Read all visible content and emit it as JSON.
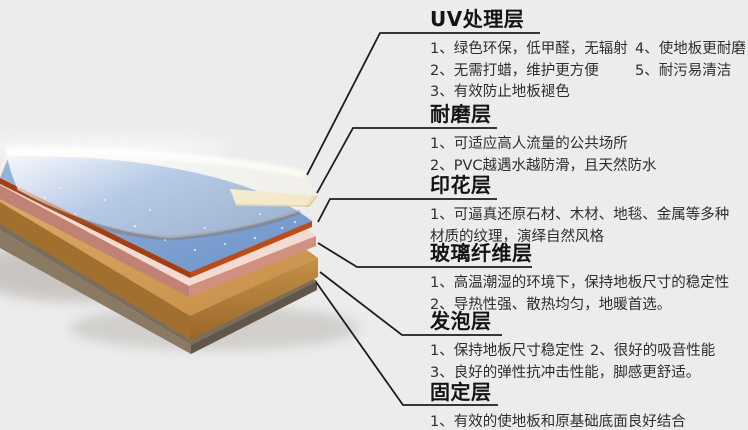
{
  "page": {
    "description": "PVC弹性地板分层结构示意图",
    "background": "#ececec"
  },
  "colors": {
    "background": "#ececec",
    "leader_line": "#1d1d1d",
    "title_text": "#141414",
    "body_text": "#2e2e2e",
    "film_white": "#ffffff",
    "film_arc": "#8a6a45",
    "wear_cream": "#f0e2bd",
    "wear_cream_edge": "#d9c391",
    "wear_fringe": "#f8f3e6",
    "print_blue_light": "#9ab6de",
    "print_blue": "#6f95ca",
    "print_edge_red": "#bb4d1d",
    "print_edge_red_dark": "#a23f14",
    "fiber_pink": "#f3dbd1",
    "fiber_pink_front": "#d09181",
    "fiber_pink_side": "#c08275",
    "foam_tan_light": "#dcab69",
    "foam_tan": "#c8914a",
    "foam_front": "#c49148",
    "foam_front_dark": "#9a672a",
    "foam_side": "#a1702f",
    "fixing_top": "#7a6d5c",
    "fixing_dark": "#60564a",
    "fixing_side": "#8a7963",
    "shadow": "#9a928a",
    "speckle": "#e4edf8"
  },
  "diagram": {
    "layers": [
      {
        "id": "uv",
        "label": "UV处理层"
      },
      {
        "id": "wear",
        "label": "耐磨层"
      },
      {
        "id": "print",
        "label": "印花层"
      },
      {
        "id": "fiberglass",
        "label": "玻璃纤维层"
      },
      {
        "id": "foam",
        "label": "发泡层"
      },
      {
        "id": "fixing",
        "label": "固定层"
      }
    ]
  },
  "annotations": [
    {
      "id": "uv",
      "title": "UV处理层",
      "lines": [
        [
          "1、绿色环保，低甲醛，无辐射",
          "4、使地板更耐磨"
        ],
        [
          "2、无需打蜡，维护更方便",
          "5、耐污易清洁"
        ],
        [
          "3、有效防止地板褪色"
        ]
      ]
    },
    {
      "id": "wear",
      "title": "耐磨层",
      "lines": [
        [
          "1、可适应高人流量的公共场所"
        ],
        [
          "2、PVC越遇水越防滑，且天然防水"
        ]
      ]
    },
    {
      "id": "print",
      "title": "印花层",
      "lines": [
        [
          "1、可逼真还原石材、木材、地毯、金属等多种"
        ],
        [
          "材质的纹理，演绎自然风格"
        ]
      ]
    },
    {
      "id": "fiberglass",
      "title": "玻璃纤维层",
      "lines": [
        [
          "1、高温潮湿的环境下，保持地板尺寸的稳定性"
        ],
        [
          "2、导热性强、散热均匀，地暖首选。"
        ]
      ]
    },
    {
      "id": "foam",
      "title": "发泡层",
      "lines": [
        [
          "1、保持地板尺寸稳定性",
          "2、很好的吸音性能"
        ],
        [
          "3、良好的弹性抗冲击性能，脚感更舒适。"
        ]
      ]
    },
    {
      "id": "fixing",
      "title": "固定层",
      "lines": [
        [
          "1、有效的使地板和原基础底面良好结合"
        ]
      ]
    }
  ]
}
